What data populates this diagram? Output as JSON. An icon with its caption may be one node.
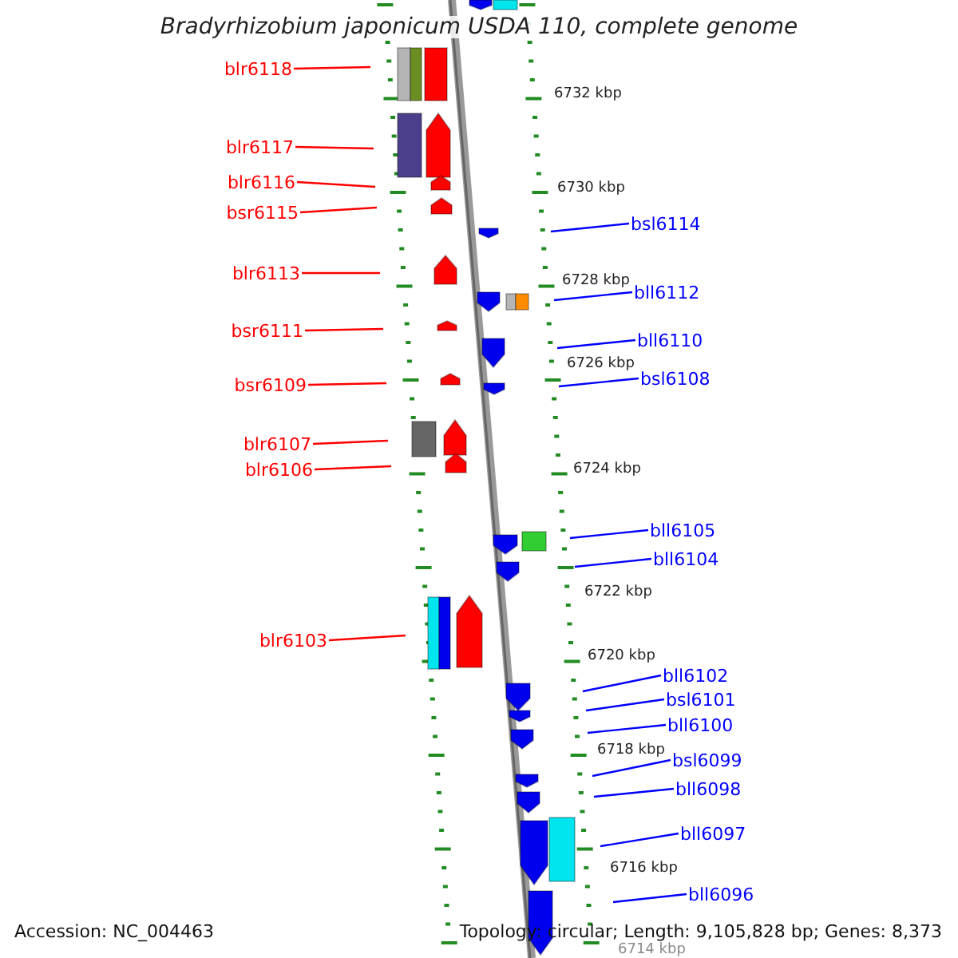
{
  "diagram": {
    "title": "Bradyrhizobium japonicum USDA 110, complete genome",
    "nodes": [
      {
        "text": [
          "blr6118"
        ]
      },
      {
        "text": [
          "blr6117"
        ]
      },
      {
        "text": [
          "blr6116"
        ]
      },
      {
        "text": [
          "bsr6115"
        ]
      },
      {
        "text": [
          "bsl6114"
        ]
      },
      {
        "text": [
          "blr6113"
        ]
      },
      {
        "text": [
          "bll6112"
        ]
      },
      {
        "text": [
          "bsr6111"
        ]
      },
      {
        "text": [
          "bll6110"
        ]
      },
      {
        "text": [
          "bsr6109"
        ]
      },
      {
        "text": [
          "bsl6108"
        ]
      },
      {
        "text": [
          "blr6107"
        ]
      },
      {
        "text": [
          "blr6106"
        ]
      },
      {
        "text": [
          "bll6105"
        ]
      },
      {
        "text": [
          "bll6104"
        ]
      },
      {
        "text": [
          "blr6103"
        ]
      },
      {
        "text": [
          "bll6102"
        ]
      },
      {
        "text": [
          "bsl6101"
        ]
      },
      {
        "text": [
          "bll6100"
        ]
      },
      {
        "text": [
          "bsl6099"
        ]
      },
      {
        "text": [
          "bll6098"
        ]
      },
      {
        "text": [
          "bll6097"
        ]
      },
      {
        "text": [
          "bll6096"
        ]
      }
    ],
    "edges": [
      {
        "from": 0,
        "to": null,
        "arrow": "none",
        "color": "#ff0000"
      },
      {
        "from": 1,
        "to": null,
        "arrow": "none",
        "color": "#ff0000"
      },
      {
        "from": 2,
        "to": null,
        "arrow": "none",
        "color": "#ff0000"
      },
      {
        "from": 3,
        "to": null,
        "arrow": "none",
        "color": "#ff0000"
      },
      {
        "from": 4,
        "to": null,
        "arrow": "none"
      },
      {
        "from": 5,
        "to": null,
        "arrow": "none",
        "color": "#ff0000"
      },
      {
        "from": 6,
        "to": null,
        "arrow": "none"
      },
      {
        "from": 7,
        "to": null,
        "arrow": "none",
        "color": "#ff0000"
      },
      {
        "from": 8,
        "to": null,
        "arrow": "none"
      },
      {
        "from": 9,
        "to": null,
        "arrow": "none",
        "color": "#ff0000"
      },
      {
        "from": 10,
        "to": null,
        "arrow": "none"
      },
      {
        "from": 11,
        "to": null,
        "arrow": "none",
        "color": "#ff0000"
      },
      {
        "from": 12,
        "to": null,
        "arrow": "none",
        "color": "#ff0000"
      },
      {
        "from": 13,
        "to": null,
        "arrow": "none"
      },
      {
        "from": 14,
        "to": null,
        "arrow": "none"
      },
      {
        "from": 15,
        "to": null,
        "arrow": "none",
        "color": "#ff0000"
      },
      {
        "from": 16,
        "to": null,
        "arrow": "none"
      },
      {
        "from": 17,
        "to": null,
        "arrow": "none"
      },
      {
        "from": 18,
        "to": null,
        "arrow": "none"
      },
      {
        "from": 19,
        "to": null,
        "arrow": "none"
      },
      {
        "from": 20,
        "to": null,
        "arrow": "none"
      },
      {
        "from": 21,
        "to": null,
        "arrow": "none"
      },
      {
        "from": 22,
        "to": null,
        "arrow": "none"
      }
    ],
    "labels": [
      "6732 kbp",
      "6730 kbp",
      "6728 kbp",
      "6726 kbp",
      "6724 kbp",
      "6722 kbp",
      "6720 kbp",
      "6718 kbp",
      "6716 kbp",
      "6714 kbp",
      "Accession: NC_004463",
      "Topology: circular; Length: 9,105,828 bp; Genes: 8,373"
    ]
  }
}
